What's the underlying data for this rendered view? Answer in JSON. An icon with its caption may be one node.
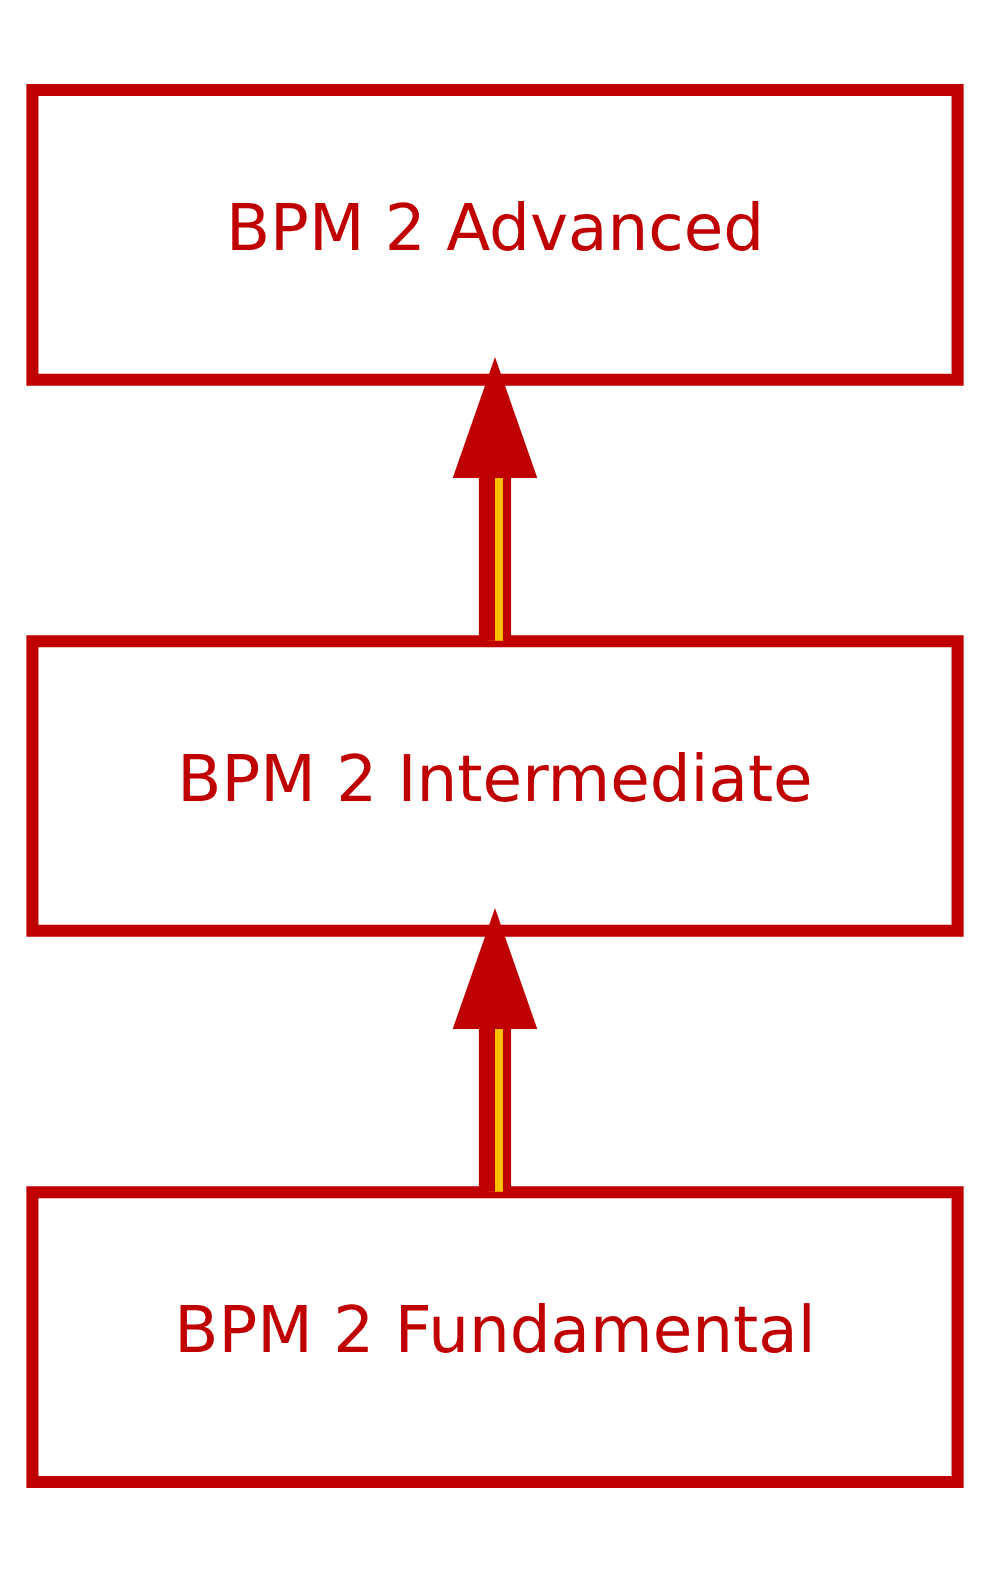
{
  "diagram": {
    "nodes": [
      {
        "text": [
          "BPM 2 Advanced"
        ]
      },
      {
        "text": [
          "BPM 2 Intermediate"
        ]
      },
      {
        "text": [
          "BPM 2 Fundamental"
        ]
      }
    ],
    "edges": [
      {
        "from": 2,
        "to": 1,
        "arrow": "to"
      },
      {
        "from": 1,
        "to": 0,
        "arrow": "to"
      }
    ]
  }
}
